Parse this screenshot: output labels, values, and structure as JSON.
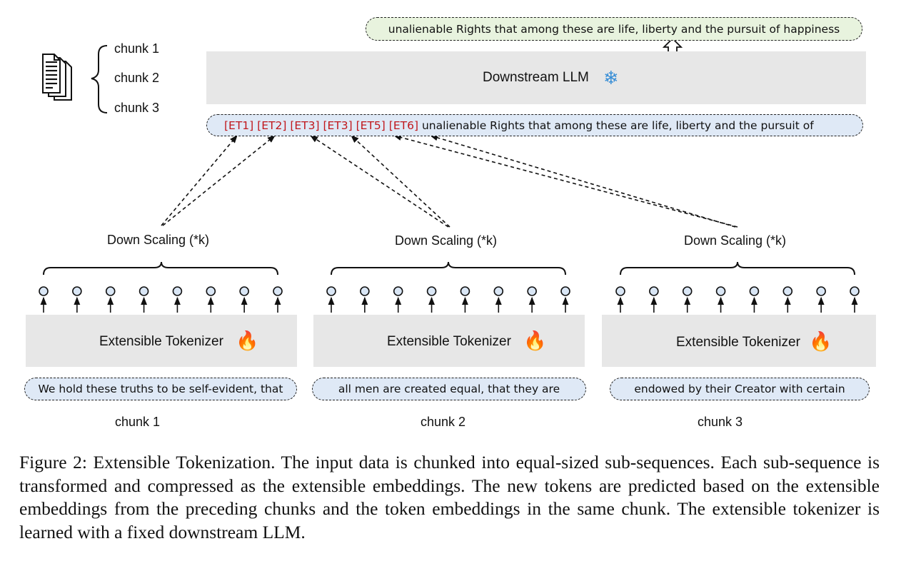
{
  "legend_chunks": [
    "chunk 1",
    "chunk 2",
    "chunk 3"
  ],
  "downstream_llm": {
    "label": "Downstream LLM",
    "icon": "snowflake-icon"
  },
  "output_text": "unalienable Rights that among these are life, liberty and the pursuit of happiness",
  "input_sequence": {
    "tokens": [
      "[ET1]",
      "[ET2]",
      "[ET3]",
      "[ET3]",
      "[ET5]",
      "[ET6]"
    ],
    "text": "unalienable Rights that among these are life, liberty and the pursuit of"
  },
  "columns": [
    {
      "downscale_label": "Down Scaling (*k)",
      "tokenizer_label": "Extensible Tokenizer",
      "input_text": "We hold these truths to be self-evident, that",
      "chunk_label": "chunk 1"
    },
    {
      "downscale_label": "Down Scaling (*k)",
      "tokenizer_label": "Extensible Tokenizer",
      "input_text": "all men are created equal, that they are",
      "chunk_label": "chunk 2"
    },
    {
      "downscale_label": "Down Scaling (*k)",
      "tokenizer_label": "Extensible Tokenizer",
      "input_text": "endowed by their Creator with certain",
      "chunk_label": "chunk 3"
    }
  ],
  "caption": "Figure 2: Extensible Tokenization. The input data is chunked into equal-sized sub-sequences. Each sub-sequence is transformed and compressed as the extensible embeddings. The new tokens are predicted based on the extensible embeddings from the preceding chunks and the token embeddings in the same chunk. The extensible tokenizer is learned with a fixed downstream LLM.",
  "colors": {
    "et_token": "#c0171c",
    "output_pill": "#e8f3de",
    "input_pill": "#dfe9f6",
    "box": "#e7e7e7",
    "node": "#d9e6f5"
  }
}
